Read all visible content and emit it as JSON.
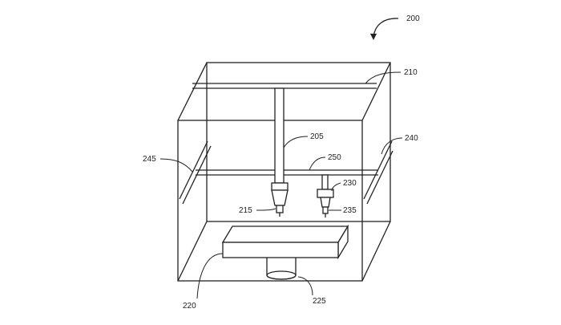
{
  "figure": {
    "reference_numeral": "200",
    "labels": {
      "frame_top_rail": "210",
      "left_rail": "245",
      "right_rail": "240",
      "gantry_shaft": "205",
      "cross_rail": "250",
      "second_carriage": "230",
      "first_nozzle": "215",
      "second_nozzle": "235",
      "build_platform": "220",
      "platform_support": "225"
    }
  }
}
